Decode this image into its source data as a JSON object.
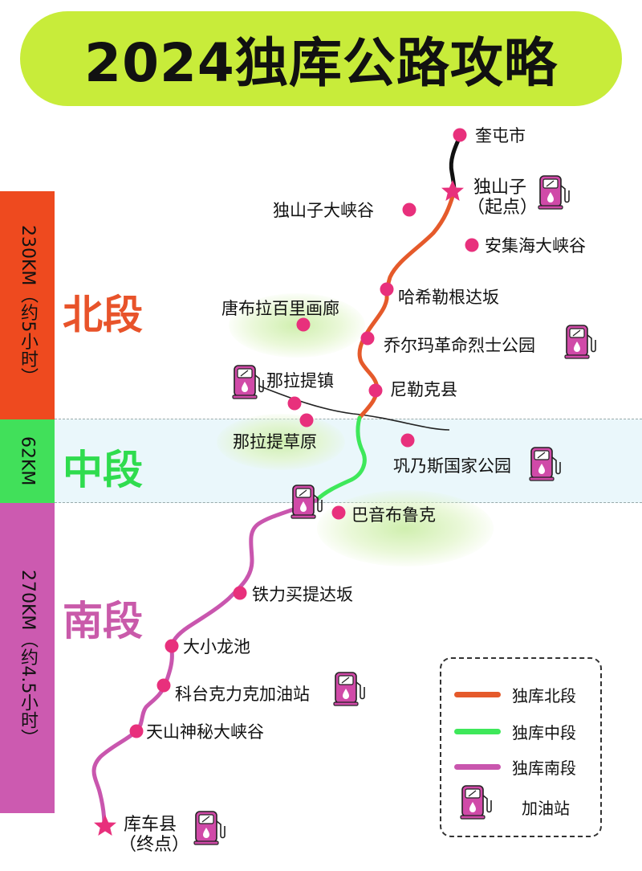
{
  "title": "2024独库公路攻略",
  "colors": {
    "north": "#e55a2b",
    "middle": "#3ee85a",
    "south": "#c956ae",
    "dot": "#e8307c",
    "start_north_band": "#ee4a1f",
    "middle_band": "#41e05a",
    "south_band": "#cc5ab0",
    "title_bg": "#c8ec3a"
  },
  "bands": {
    "north": "230KM（约5小时）",
    "middle": "62KM",
    "south": "270KM（约4.5小时）"
  },
  "segments": {
    "north": "北段",
    "middle": "中段",
    "south": "南段"
  },
  "places": {
    "kuitun": "奎屯市",
    "dushanzi": "独山子",
    "dushanzi_note": "（起点）",
    "dushanzi_canyon": "独山子大峡谷",
    "anjihai": "安集海大峡谷",
    "haxilegen": "哈希勒根达坂",
    "tangbula": "唐布拉百里画廊",
    "qiaerma": "乔尔玛革命烈士公园",
    "nalati_town": "那拉提镇",
    "nileke": "尼勒克县",
    "nalati_grassland": "那拉提草原",
    "gongnaisi": "巩乃斯国家公园",
    "bayinbuluke": "巴音布鲁克",
    "tielimaiti": "铁力买提达坂",
    "daxiaolongchi": "大小龙池",
    "ketaike": "科台克力克加油站",
    "tianshan_canyon": "天山神秘大峡谷",
    "kuche": "库车县",
    "kuche_note": "（终点）"
  },
  "legend": {
    "north": "独库北段",
    "middle": "独库中段",
    "south": "独库南段",
    "gas": "加油站"
  },
  "icons": [
    "gas-station-icon",
    "start-star-icon",
    "end-star-icon",
    "location-dot-icon"
  ]
}
